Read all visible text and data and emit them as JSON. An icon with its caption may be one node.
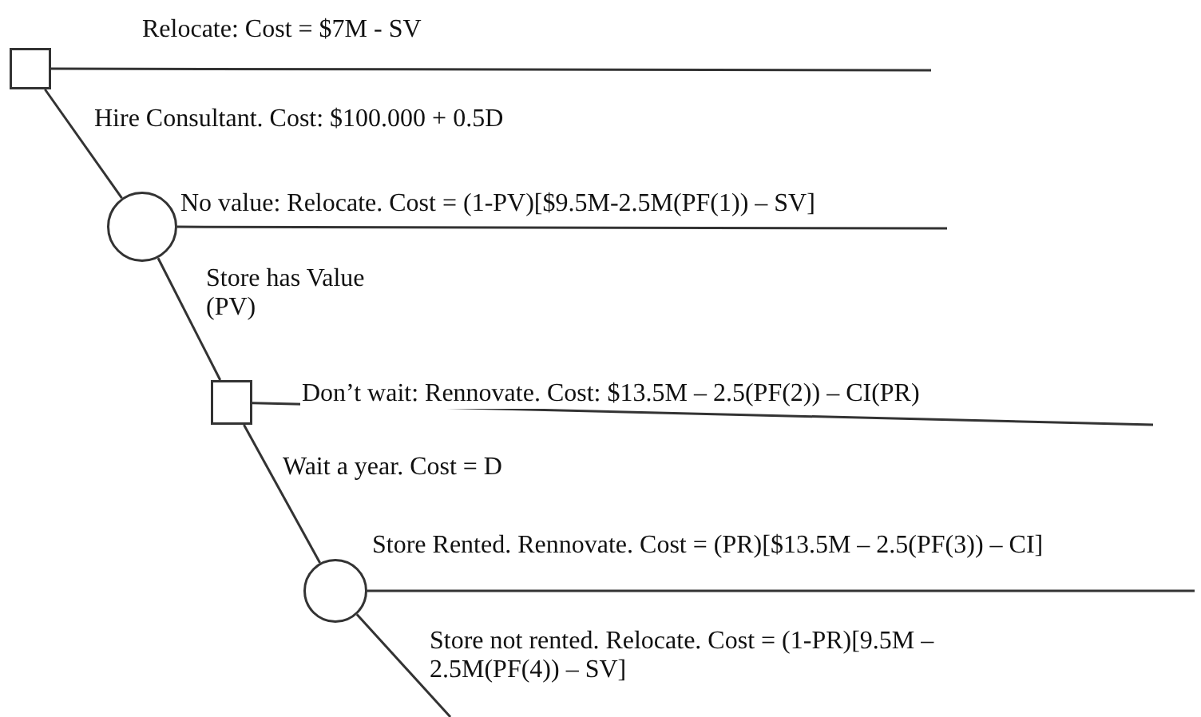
{
  "diagram": {
    "nodes": [
      {
        "text": [],
        "shape": "box"
      },
      {
        "text": [],
        "shape": "circle"
      },
      {
        "text": [],
        "shape": "box"
      },
      {
        "text": [],
        "shape": "circle"
      }
    ],
    "edges": [
      {
        "from": 0,
        "to": null,
        "arrow": "none",
        "label": "Relocate: Cost = $7M - SV"
      },
      {
        "from": 0,
        "to": 1,
        "arrow": "none",
        "label": "Hire Consultant. Cost: $100.000 + 0.5D"
      },
      {
        "from": 1,
        "to": null,
        "arrow": "none",
        "label": "No value: Relocate. Cost = (1-PV)[$9.5M-2.5M(PF(1)) – SV]"
      },
      {
        "from": 1,
        "to": 2,
        "arrow": "none",
        "label": "Store has Value (PV)"
      },
      {
        "from": 2,
        "to": null,
        "arrow": "none",
        "label": "Don’t wait: Rennovate. Cost: $13.5M – 2.5(PF(2)) – CI(PR)"
      },
      {
        "from": 2,
        "to": 3,
        "arrow": "none",
        "label": "Wait a year. Cost = D"
      },
      {
        "from": 3,
        "to": null,
        "arrow": "none",
        "label": "Store Rented. Rennovate. Cost = (PR)[$13.5M – 2.5(PF(3)) – CI]"
      },
      {
        "from": 3,
        "to": null,
        "arrow": "none",
        "label": "Store not rented. Relocate. Cost = (1-PR)[9.5M – 2.5M(PF(4)) – SV]"
      }
    ]
  }
}
